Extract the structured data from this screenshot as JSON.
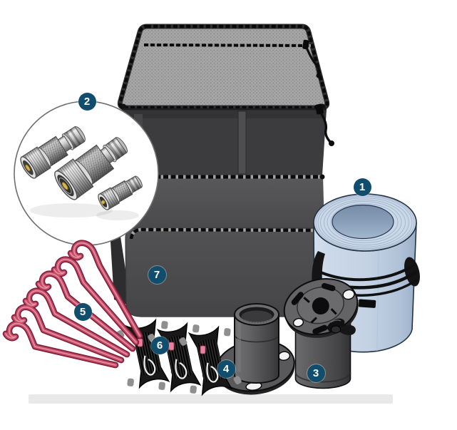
{
  "figure": {
    "type": "equipment-kit-parts-diagram",
    "background": "#FFFFFF",
    "items_count": 7
  },
  "badges": [
    {
      "number": "1",
      "name": "mat-roll-with-cable",
      "quantity": 1
    },
    {
      "number": "2",
      "name": "rf-adapter-set-inset",
      "quantity": 3
    },
    {
      "number": "3",
      "name": "base-canister-mount",
      "quantity": 1
    },
    {
      "number": "4",
      "name": "flanged-mount-tube",
      "quantity": 1
    },
    {
      "number": "5",
      "name": "tent-stakes",
      "quantity": 6
    },
    {
      "number": "6",
      "name": "guy-line-winders",
      "quantity": 3
    },
    {
      "number": "7",
      "name": "carrying-case",
      "quantity": 1
    }
  ],
  "colors": {
    "badge_background": "#114E6D",
    "badge_text": "#FFFFFF",
    "case_gray": "#4B4B4D",
    "lid_mesh_gray": "#A7A7A7",
    "roll_blue": "#C3D1E4",
    "stake_red": "#C64E68",
    "winder_pink": "#EC7E9E",
    "metal_silver": "#CFCFCF",
    "connector_pin_gold": "#D8B64E",
    "ground_strip": "#E9E9EB"
  }
}
